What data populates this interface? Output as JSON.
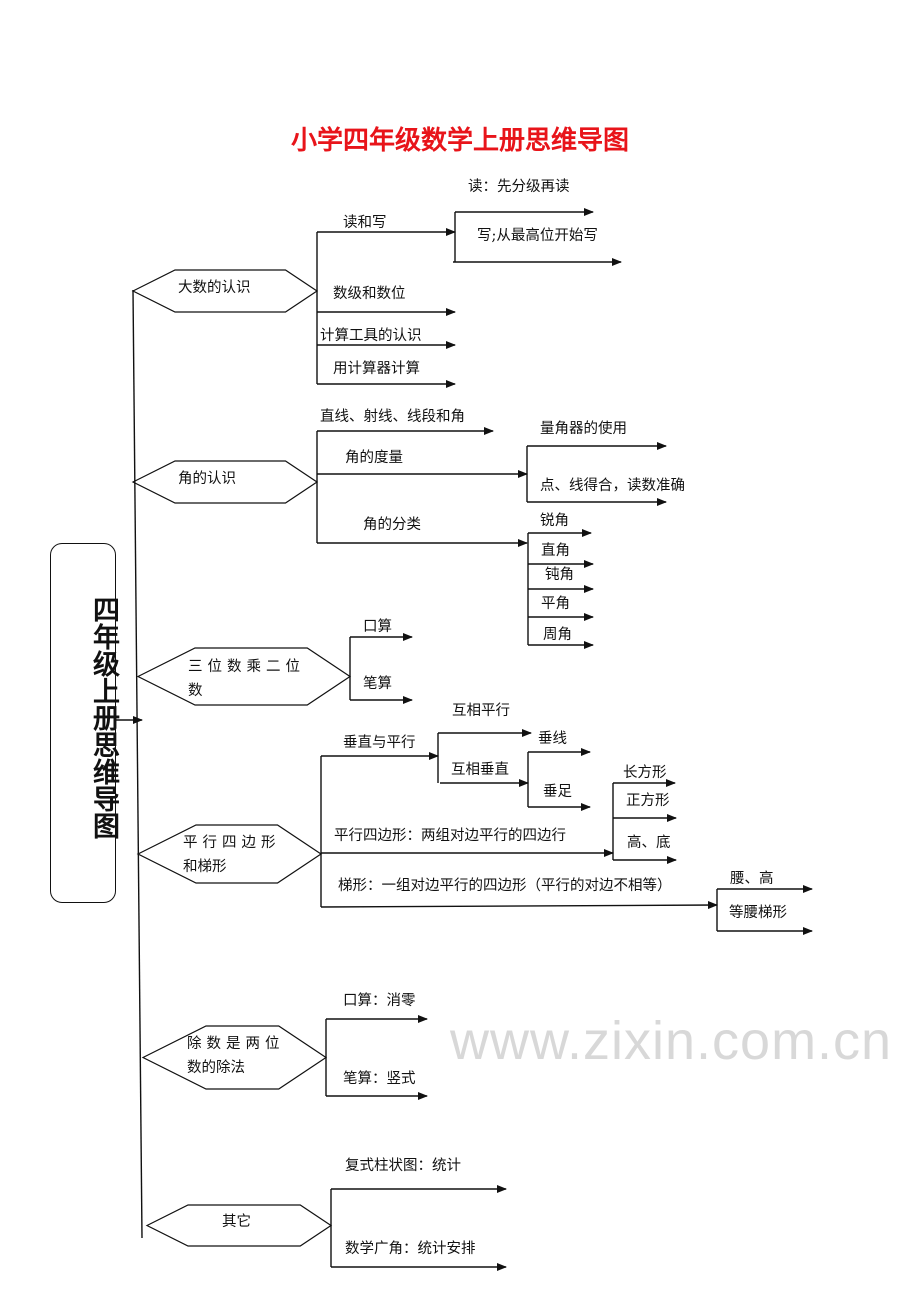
{
  "title": "小学四年级数学上册思维导图",
  "watermark": "www.zixin.com.cn",
  "center": "四年级上册思维导图",
  "nodes": {
    "n1": {
      "label": "大数的认识",
      "b1": "读和写",
      "b1a": "读：先分级再读",
      "b1b": "写;从最高位开始写",
      "b2": "数级和数位",
      "b3": "计算工具的认识",
      "b4": "用计算器计算"
    },
    "n2": {
      "label": "角的认识",
      "b1": "直线、射线、线段和角",
      "b2": "角的度量",
      "b2a": "量角器的使用",
      "b2b": "点、线得合，读数准确",
      "b3": "角的分类",
      "b3a": "锐角",
      "b3b": "直角",
      "b3c": "钝角",
      "b3d": "平角",
      "b3e": "周角"
    },
    "n3": {
      "label1": "三位数乘二位",
      "label2": "数",
      "b1": "口算",
      "b2": "笔算"
    },
    "n4": {
      "label1": "平行四边形",
      "label2": "和梯形",
      "b1": "垂直与平行",
      "b1a": "互相平行",
      "b1b": "互相垂直",
      "b1b1": "垂线",
      "b1b2": "垂足",
      "b2": "平行四边形：两组对边平行的四边行",
      "b2a": "长方形",
      "b2b": "正方形",
      "b2c": "高、底",
      "b3": "梯形：一组对边平行的四边形（平行的对边不相等）",
      "b3a": "腰、高",
      "b3b": "等腰梯形"
    },
    "n5": {
      "label1": "除数是两位",
      "label2": "数的除法",
      "b1": "口算：消零",
      "b2": "笔算：竖式"
    },
    "n6": {
      "label": "其它",
      "b1": "复式柱状图：统计",
      "b2": "数学广角：统计安排"
    }
  },
  "colors": {
    "title": "#e8141a",
    "line": "#111111",
    "watermark": "#d8d8d8"
  }
}
